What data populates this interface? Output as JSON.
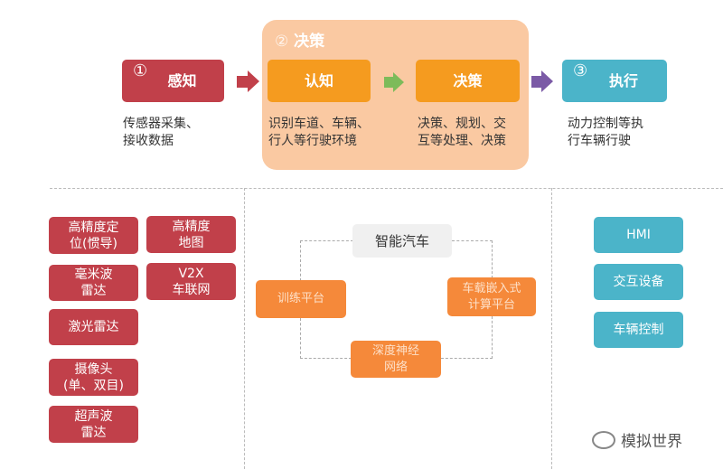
{
  "stages": {
    "perception": {
      "num": "①",
      "label": "感知",
      "desc": "传感器采集、\n接收数据"
    },
    "decision_group": {
      "num": "②",
      "label": "决策"
    },
    "cognition": {
      "label": "认知",
      "desc": "识别车道、车辆、\n行人等行驶环境"
    },
    "decision": {
      "label": "决策",
      "desc": "决策、规划、交\n互等处理、决策"
    },
    "execution": {
      "num": "③",
      "label": "执行",
      "desc": "动力控制等执\n行车辆行驶"
    }
  },
  "sensors_left": [
    "高精度定\n位(惯导)",
    "毫米波\n雷达",
    "激光雷达",
    "摄像头\n(单、双目)",
    "超声波\n雷达"
  ],
  "sensors_right": [
    "高精度\n地图",
    "V2X\n车联网"
  ],
  "cycle": {
    "center": "智能汽车",
    "training": "训练平台",
    "embedded": "车载嵌入式\n计算平台",
    "dnn": "深度神经\n网络"
  },
  "execution_items": [
    "HMI",
    "交互设备",
    "车辆控制"
  ],
  "watermark": "模拟世界",
  "colors": {
    "red": "#c1404a",
    "orange": "#f59b1f",
    "teal": "#4bb4c9",
    "panel": "#fac9a2",
    "green": "#7dbb5a",
    "purple": "#7b5aa6"
  }
}
